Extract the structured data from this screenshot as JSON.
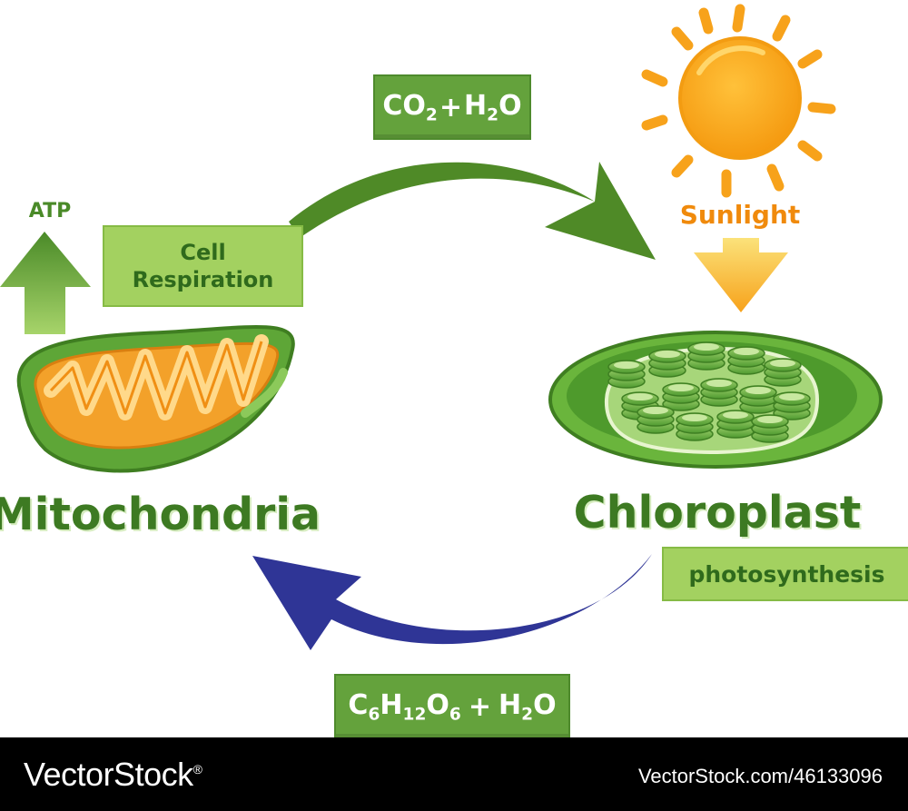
{
  "labels": {
    "atp": "ATP",
    "cell_respiration_line1": "Cell",
    "cell_respiration_line2": "Respiration",
    "sunlight": "Sunlight",
    "mitochondria": "Mitochondria",
    "chloroplast": "Chloroplast",
    "photosynthesis": "photosynthesis"
  },
  "formula_top": {
    "co2_main": "CO",
    "co2_sub": "2",
    "plus": "+",
    "h2o_h": "H",
    "h2o_sub": "2",
    "h2o_o": "O"
  },
  "formula_bottom": {
    "c": "C",
    "c_sub": "6",
    "h": "H",
    "h_sub": "12",
    "o": "O",
    "o_sub": "6",
    "plus": "+",
    "h2o_h": "H",
    "h2o_sub": "2",
    "h2o_o": "O"
  },
  "footer": {
    "brand": "VectorStock",
    "registered": "®",
    "image_url": "VectorStock.com/46133096"
  },
  "colors": {
    "arrow_top": "#4f8a27",
    "arrow_bottom": "#2f3596",
    "sun": "#f7a21b",
    "label_box": "#64a23c",
    "label_light": "#a3d160",
    "title_text": "#3d7a22"
  },
  "icons": [
    "sun-icon",
    "down-arrow-icon",
    "up-arrow-icon",
    "mitochondria-icon",
    "chloroplast-icon"
  ]
}
